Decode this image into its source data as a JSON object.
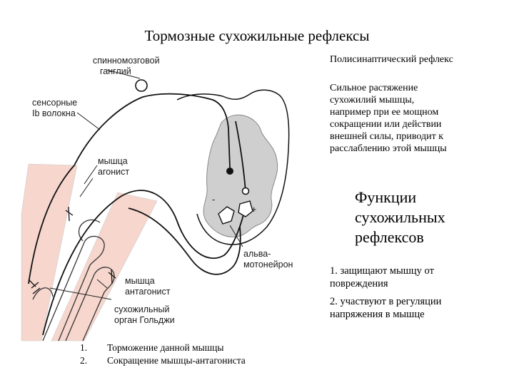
{
  "title": "Тормозные сухожильные рефлексы",
  "right_panel": {
    "poly_title": "Полисинаптический рефлекс",
    "description_lines": [
      "Сильное растяжение",
      "сухожилий мышцы,",
      "например при ее мощном",
      "сокращении или действии",
      "внешней силы, приводит к",
      "расслаблению этой мышцы"
    ],
    "functions_heading_lines": [
      "Функции",
      "сухожильных",
      "рефлексов"
    ],
    "functions": [
      {
        "lines": [
          "1. защищают мышцу от",
          "повреждения"
        ]
      },
      {
        "lines": [
          "2. участвуют в регуляции",
          "напряжения в мышце"
        ]
      }
    ]
  },
  "bottom_list": [
    {
      "num": "1.",
      "text": "Торможение данной мышцы"
    },
    {
      "num": "2.",
      "text": "Сокращение мышцы-антагониста"
    }
  ],
  "diagram_labels": {
    "ganglion": [
      "спинномозговой",
      "ганглий"
    ],
    "sensory": [
      "сенсорные",
      "Ib волокна"
    ],
    "agonist": [
      "мышца",
      "агонист"
    ],
    "alpha": [
      "альва-",
      "мотонейрон"
    ],
    "antagonist": [
      "мышца",
      "антагонист"
    ],
    "golgi": [
      "сухожильный",
      "орган Гольджи"
    ],
    "minus": "-",
    "plus": "+"
  },
  "colors": {
    "muscle_fill": "#f6d6cd",
    "gray_matter": "#cfcfcf",
    "line": "#111111"
  }
}
